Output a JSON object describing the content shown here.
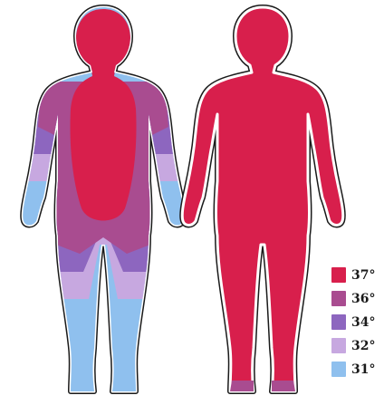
{
  "diagram": {
    "subjects": [
      "left-body",
      "right-body"
    ],
    "colors": {
      "t37": "#d81f4c",
      "t36": "#a94c90",
      "t34": "#8d66bf",
      "t32": "#c7a8e0",
      "t31": "#8fc0ee",
      "outline": "#1a1a1a"
    },
    "legend": [
      {
        "label": "37°",
        "color": "#d81f4c"
      },
      {
        "label": "36°",
        "color": "#a94c90"
      },
      {
        "label": "34°",
        "color": "#8d66bf"
      },
      {
        "label": "32°",
        "color": "#c7a8e0"
      },
      {
        "label": "31°",
        "color": "#8fc0ee"
      }
    ]
  }
}
